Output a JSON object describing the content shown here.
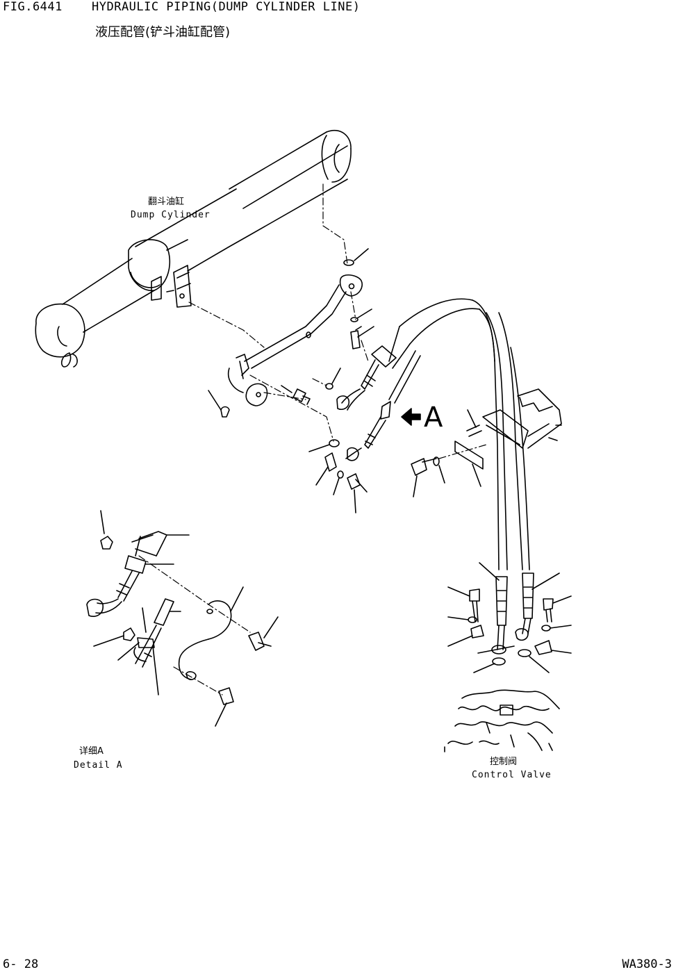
{
  "header": {
    "figure_number": "FIG.6441",
    "title_en": "HYDRAULIC PIPING(DUMP CYLINDER LINE)",
    "title_cn": "液压配管(铲斗油缸配管)"
  },
  "labels": {
    "dump_cylinder_cn": "翻斗油缸",
    "dump_cylinder_en": "Dump Cylinder",
    "detail_cn": "详细A",
    "detail_en": "Detail A",
    "control_valve_cn": "控制阀",
    "control_valve_en": "Control Valve",
    "view_arrow": "A"
  },
  "footer": {
    "page": "6- 28",
    "model": "WA380-3"
  }
}
